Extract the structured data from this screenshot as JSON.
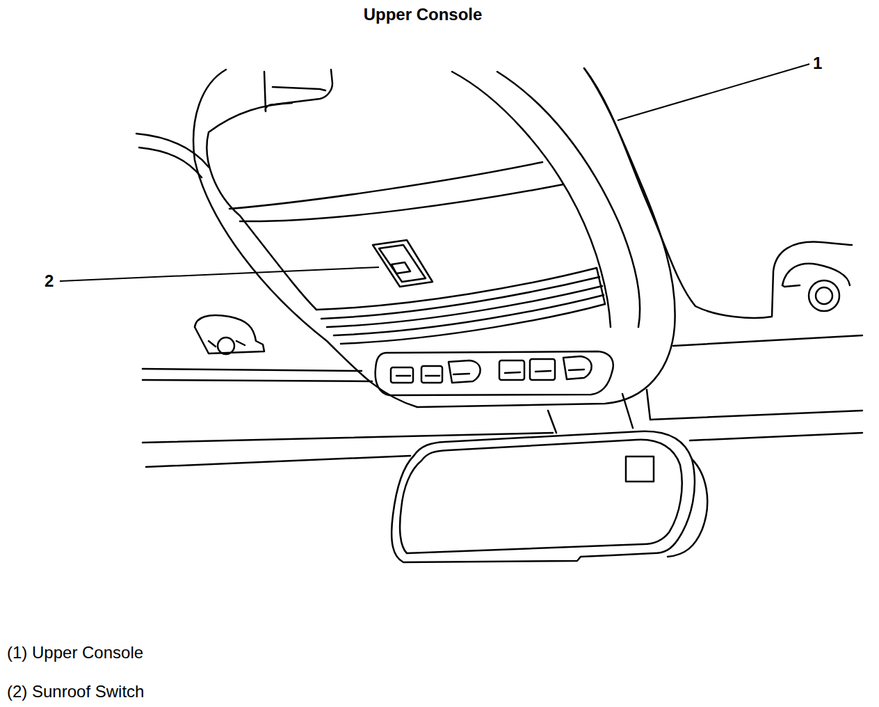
{
  "diagram": {
    "title": "Upper Console",
    "labels": [
      "1",
      "2",
      "(1) Upper Console",
      "(2) Sunroof Switch"
    ]
  }
}
